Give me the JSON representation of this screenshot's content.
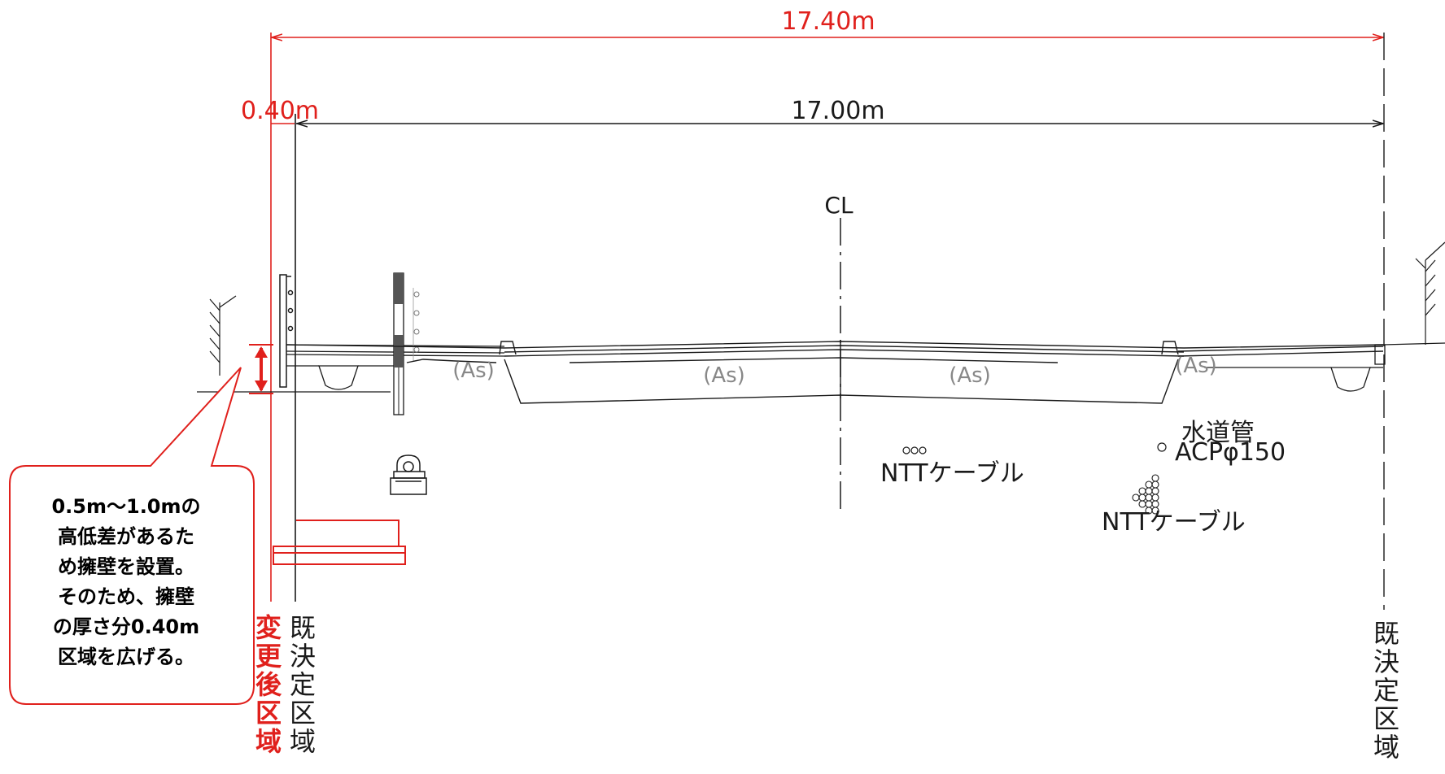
{
  "dimensions": {
    "total": "17.40m",
    "added": "0.40m",
    "existing": "17.00m"
  },
  "centerline": "CL",
  "pavement_labels": [
    "(As)",
    "(As)",
    "(As)",
    "(As)"
  ],
  "utilities": {
    "ntt_cable_1": "NTTケーブル",
    "water_pipe_name": "水道管",
    "water_pipe_spec": "ACPφ150",
    "ntt_cable_2": "NTTケーブル"
  },
  "callout": {
    "lines": [
      "0.5m～1.0mの",
      "高低差があるた",
      "め擁壁を設置。",
      "そのため、擁壁",
      "の厚さ分0.40m",
      "区域を広げる。"
    ]
  },
  "vertical_labels": {
    "changed_area": [
      "変",
      "更",
      "後",
      "区",
      "域"
    ],
    "existing_area_left": [
      "既",
      "決",
      "定",
      "区",
      "域"
    ],
    "existing_area_right": [
      "既",
      "決",
      "定",
      "区",
      "域"
    ]
  },
  "colors": {
    "annotation_red": "#e0201c",
    "drawing_black": "#1a1a1a"
  }
}
